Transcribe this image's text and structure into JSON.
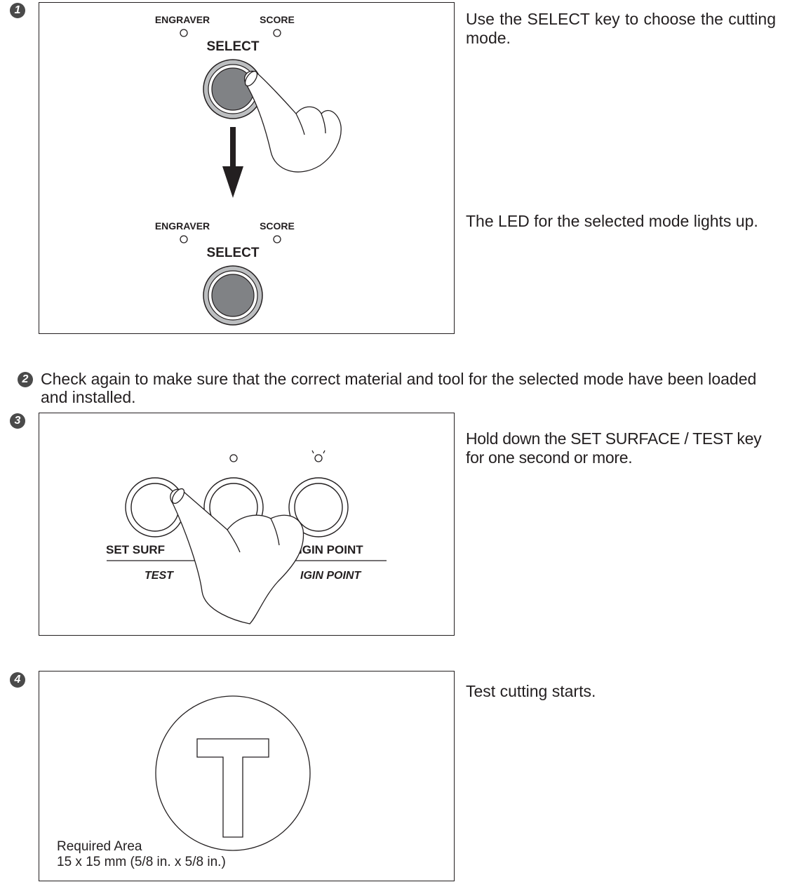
{
  "steps": [
    {
      "number": "1",
      "panel": {
        "led_left": "ENGRAVER",
        "led_right": "SCORE",
        "key_label": "SELECT",
        "led_left_after": "ENGRAVER",
        "led_right_after": "SCORE",
        "key_label_after": "SELECT"
      },
      "text_top": "Use the SELECT key to choose the cutting mode.",
      "text_bottom": "The LED for the selected mode lights up."
    },
    {
      "number": "2",
      "text": "Check again to make sure that the correct material and tool for the selected mode have been loaded and installed."
    },
    {
      "number": "3",
      "panel": {
        "label_left_top": "SET SURF",
        "label_left_bottom": "TEST",
        "label_right_top": "IGIN POINT",
        "label_right_bottom": "IGIN POINT"
      },
      "text": "Hold down the SET SURFACE / TEST key for one second or more."
    },
    {
      "number": "4",
      "panel": {
        "letter": "T",
        "area_title": "Required Area",
        "area_size": "15 x 15 mm (5/8 in. x 5/8 in.)"
      },
      "text": "Test cutting starts."
    }
  ]
}
